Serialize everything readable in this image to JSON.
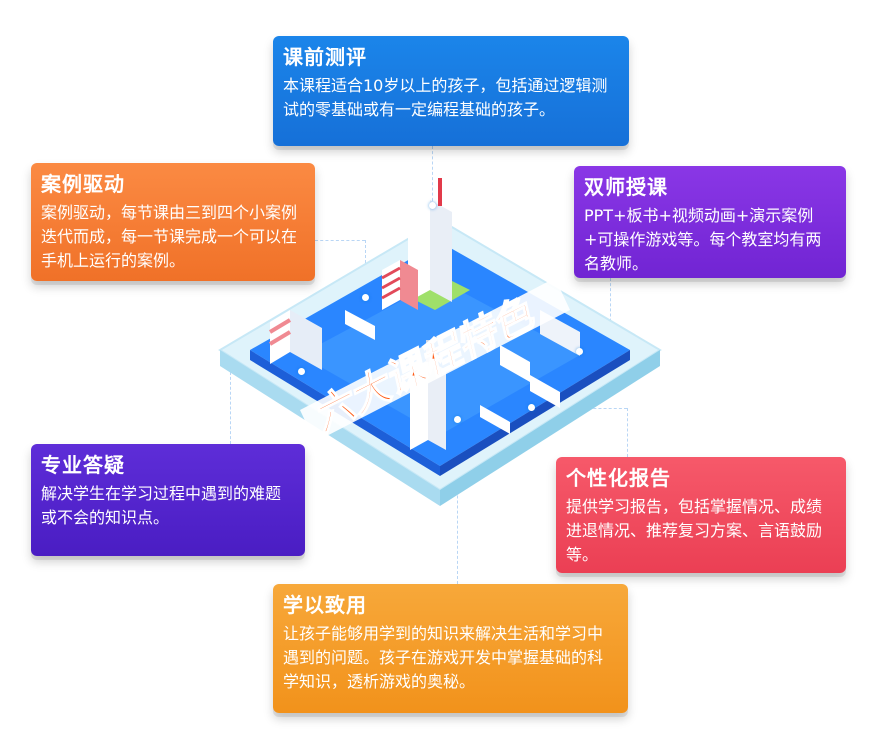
{
  "center": {
    "heading": "六大课程特色"
  },
  "cards": {
    "pre_assessment": {
      "title": "课前测评",
      "body": "本课程适合10岁以上的孩子，包括通过逻辑测试的零基础或有一定编程基础的孩子。",
      "color": "#1b7ee4"
    },
    "case_driven": {
      "title": "案例驱动",
      "body": "案例驱动，每节课由三到四个小案例迭代而成，每一节课完成一个可以在手机上运行的案例。",
      "color": "#f57c33"
    },
    "dual_teacher": {
      "title": "双师授课",
      "body": "PPT+板书+视频动画+演示案例+可操作游戏等。每个教室均有两名教师。",
      "color": "#7c2cdd"
    },
    "professional_qa": {
      "title": "专业答疑",
      "body": "解决学生在学习过程中遇到的难题或不会的知识点。",
      "color": "#5224cc"
    },
    "personal_report": {
      "title": "个性化报告",
      "body": "提供学习报告，包括掌握情况、成绩进退情况、推荐复习方案、言语鼓励等。",
      "color": "#f04a5d"
    },
    "learn_to_apply": {
      "title": "学以致用",
      "body": "让孩子能够用学到的知识来解决生活和学习中遇到的问题。孩子在游戏开发中掌握基础的科学知识，透析游戏的奥秘。",
      "color": "#f49c28"
    }
  }
}
